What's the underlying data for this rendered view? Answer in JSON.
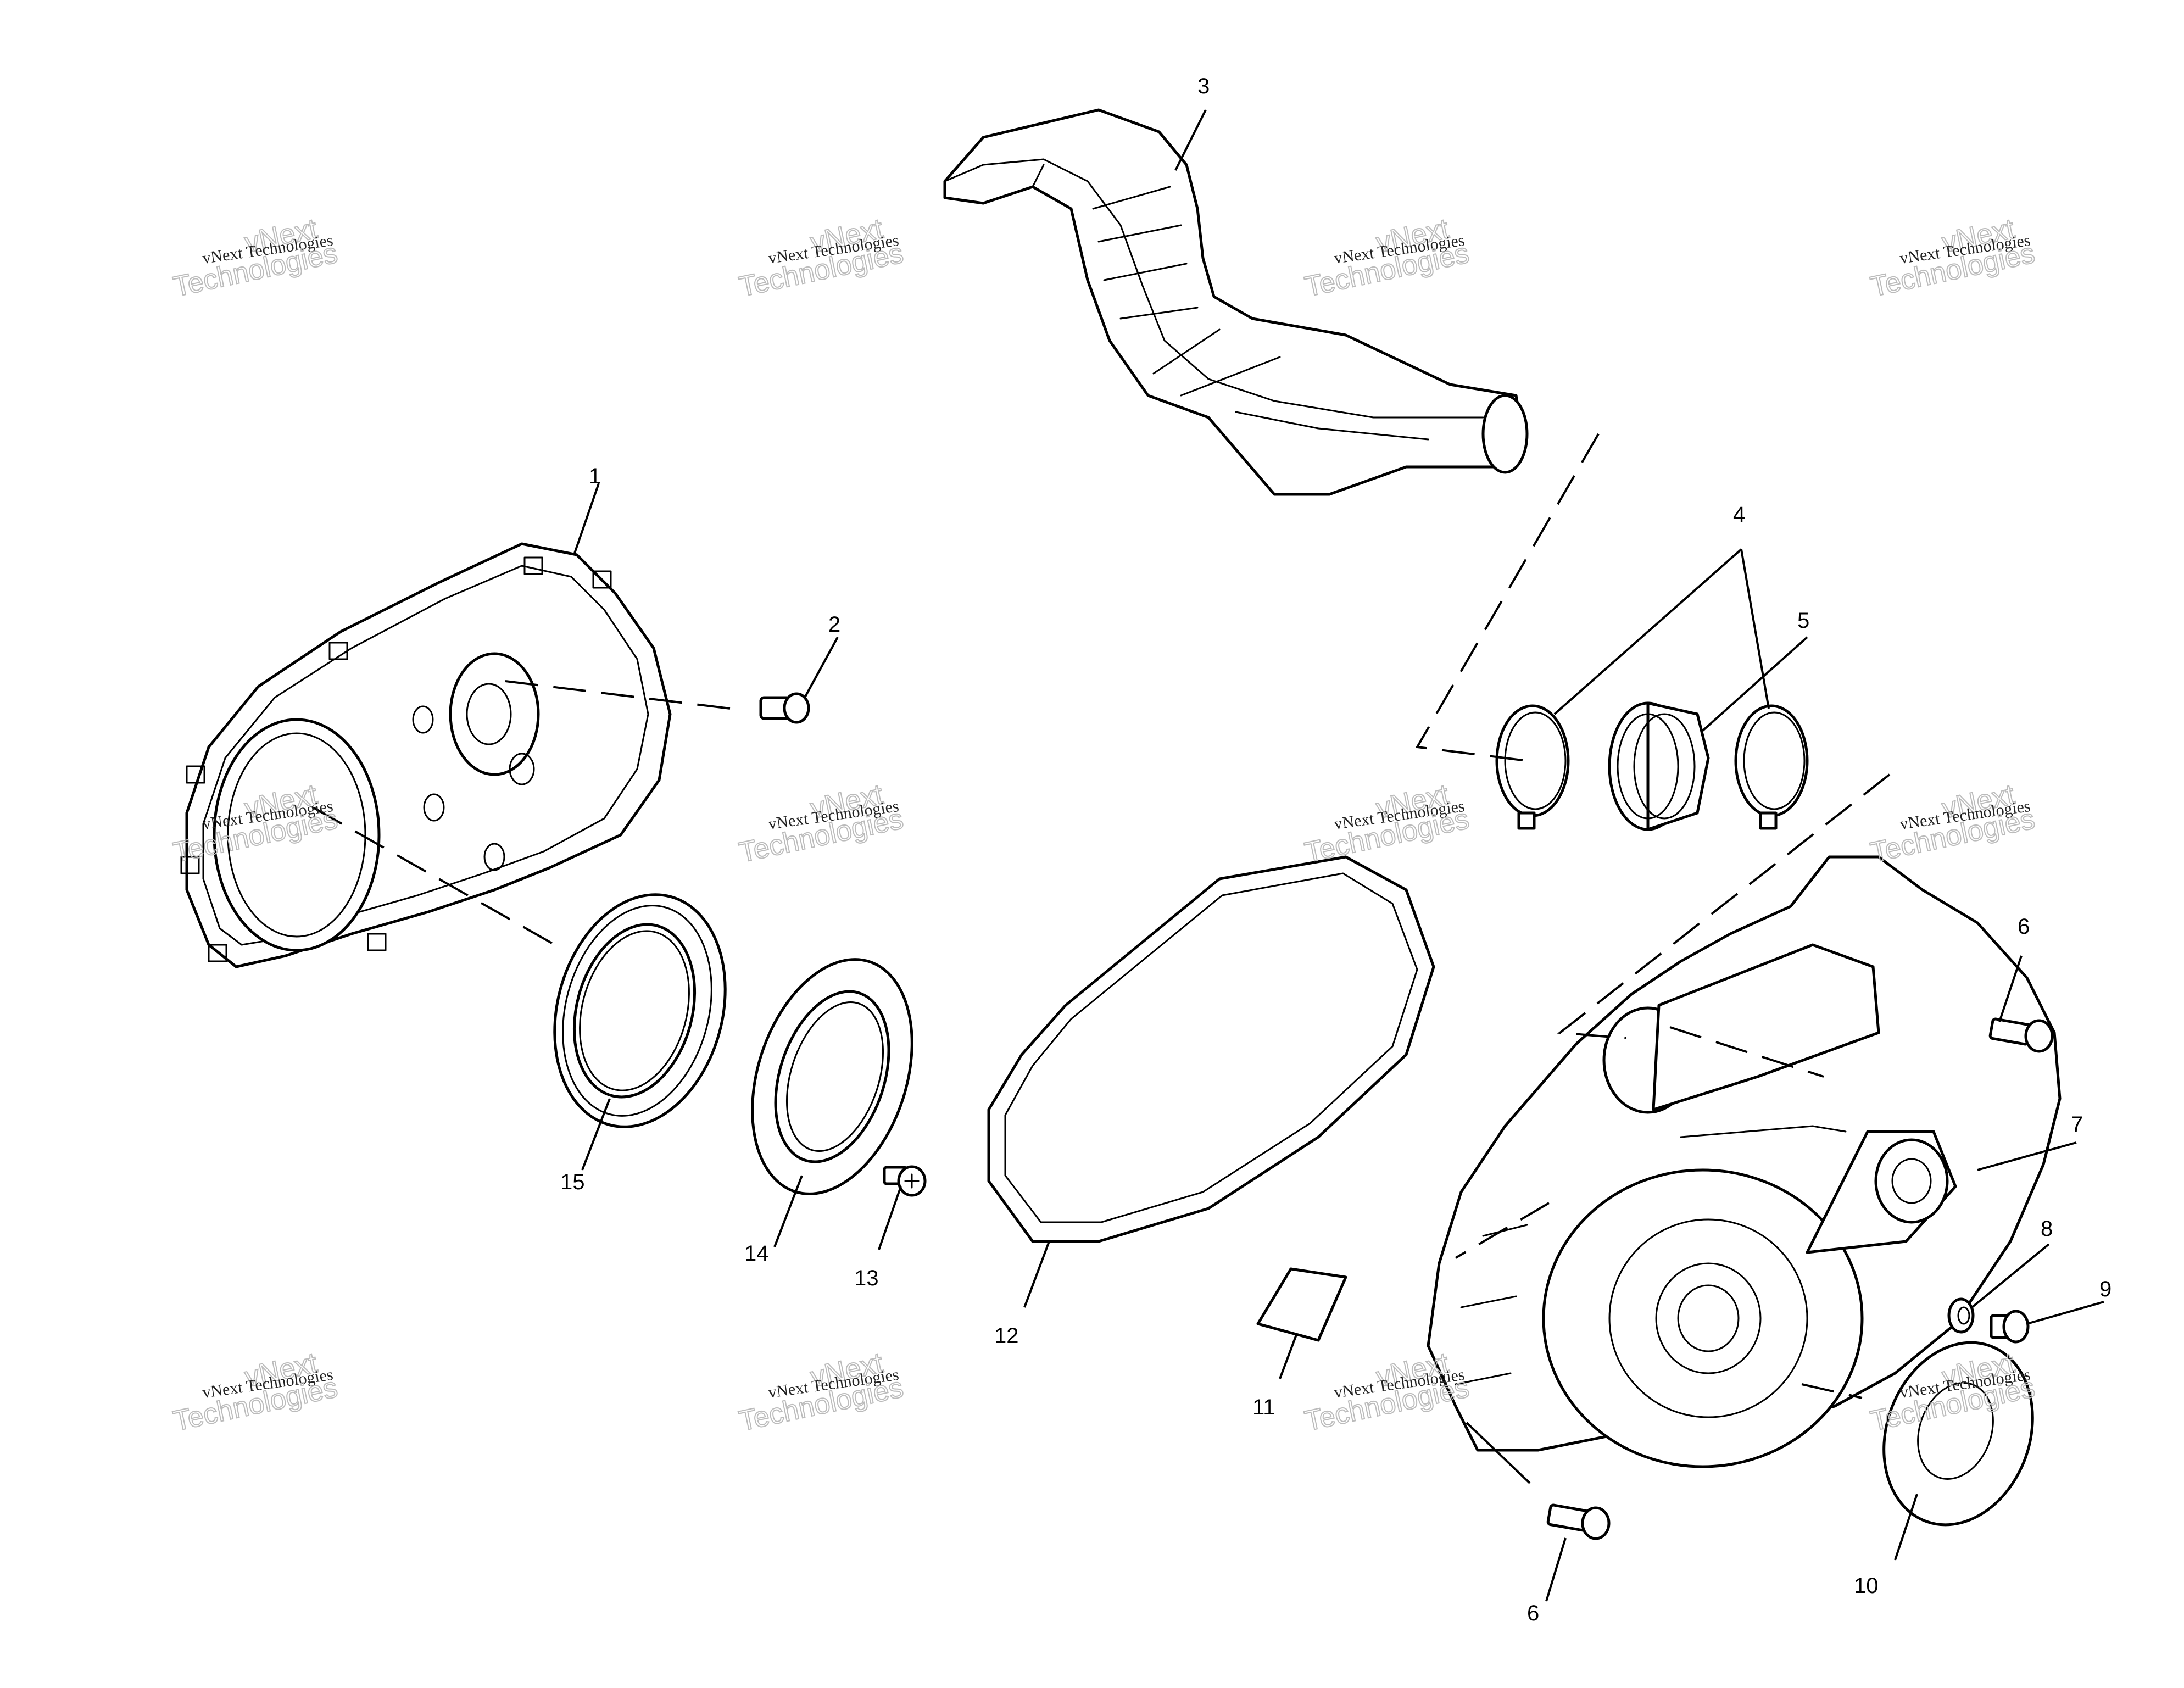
{
  "watermark": {
    "line1": "vNext Technologies",
    "line2": "vNext",
    "line3": "Technologies"
  },
  "callouts": {
    "c1": "1",
    "c2": "2",
    "c3": "3",
    "c4": "4",
    "c5": "5",
    "c6a": "6",
    "c6b": "6",
    "c7": "7",
    "c8": "8",
    "c9": "9",
    "c10": "10",
    "c11": "11",
    "c12": "12",
    "c13": "13",
    "c14": "14",
    "c15": "15"
  }
}
